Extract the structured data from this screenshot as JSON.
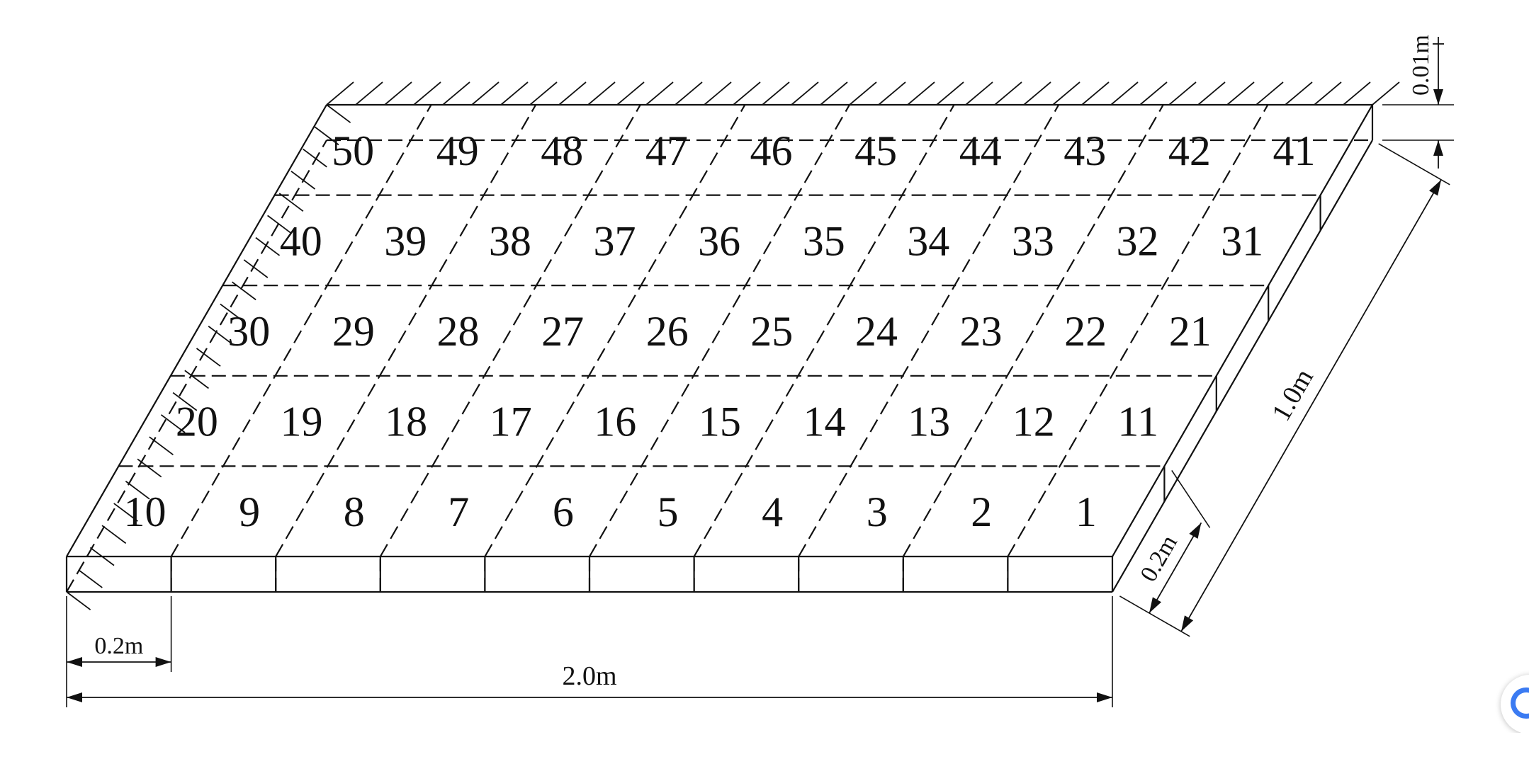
{
  "diagram": {
    "element_numbers": [
      [
        "1",
        "2",
        "3",
        "4",
        "5",
        "6",
        "7",
        "8",
        "9",
        "10"
      ],
      [
        "11",
        "12",
        "13",
        "14",
        "15",
        "16",
        "17",
        "18",
        "19",
        "20"
      ],
      [
        "21",
        "22",
        "23",
        "24",
        "25",
        "26",
        "27",
        "28",
        "29",
        "30"
      ],
      [
        "31",
        "32",
        "33",
        "34",
        "35",
        "36",
        "37",
        "38",
        "39",
        "40"
      ],
      [
        "41",
        "42",
        "43",
        "44",
        "45",
        "46",
        "47",
        "48",
        "49",
        "50"
      ]
    ],
    "dimensions": {
      "element_length": "0.2m",
      "total_length": "2.0m",
      "element_width": "0.2m",
      "total_width": "1.0m",
      "thickness": "0.01m"
    },
    "colors": {
      "line": "#111111",
      "badge_accent": "#3b7bf2"
    }
  }
}
